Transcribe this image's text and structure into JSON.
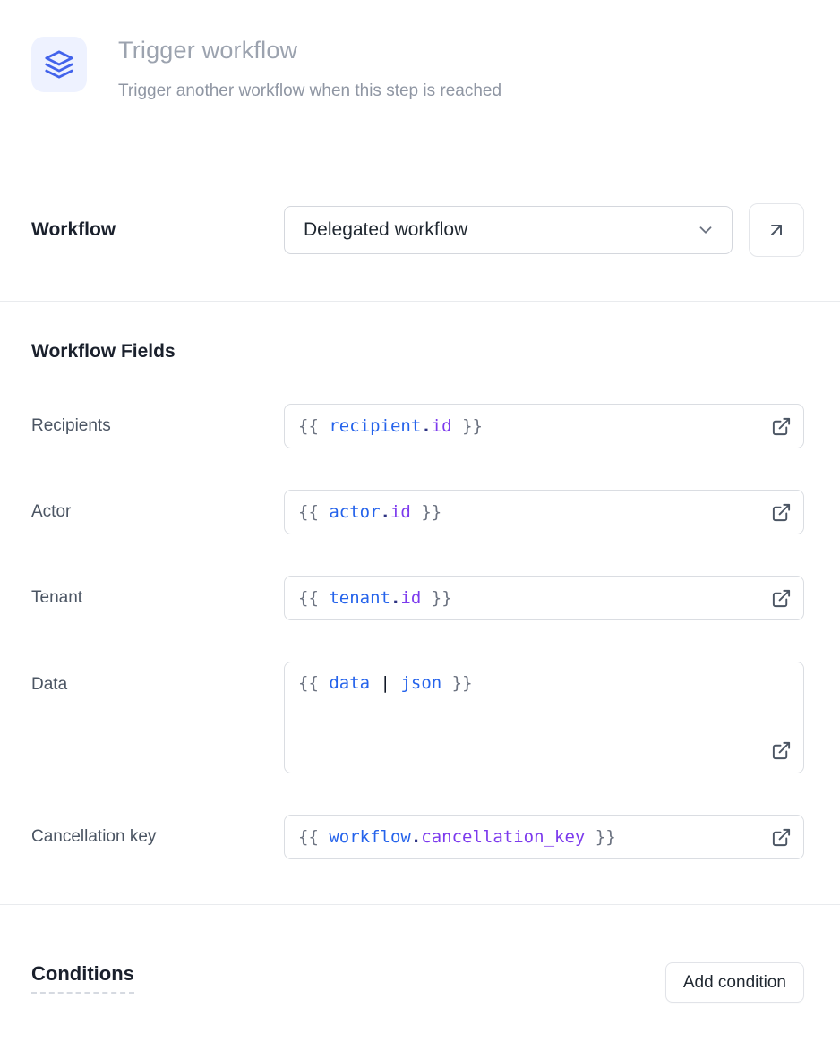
{
  "header": {
    "icon": "layers-icon",
    "title": "Trigger workflow",
    "subtitle": "Trigger another workflow when this step is reached"
  },
  "workflow_selector": {
    "label": "Workflow",
    "selected_value": "Delegated workflow",
    "dropdown_icon": "chevron-down-icon",
    "open_button_icon": "arrow-up-right-icon"
  },
  "workflow_fields": {
    "heading": "Workflow Fields",
    "fields": [
      {
        "name": "recipients",
        "label": "Recipients",
        "multiline": false,
        "value": "{{ recipient.id }}",
        "tokens": [
          {
            "t": "{{ ",
            "c": "brace"
          },
          {
            "t": "recipient",
            "c": "var"
          },
          {
            "t": ".",
            "c": "dot"
          },
          {
            "t": "id",
            "c": "prop"
          },
          {
            "t": " }}",
            "c": "brace"
          }
        ]
      },
      {
        "name": "actor",
        "label": "Actor",
        "multiline": false,
        "value": "{{ actor.id }}",
        "tokens": [
          {
            "t": "{{ ",
            "c": "brace"
          },
          {
            "t": "actor",
            "c": "var"
          },
          {
            "t": ".",
            "c": "dot"
          },
          {
            "t": "id",
            "c": "prop"
          },
          {
            "t": " }}",
            "c": "brace"
          }
        ]
      },
      {
        "name": "tenant",
        "label": "Tenant",
        "multiline": false,
        "value": "{{ tenant.id }}",
        "tokens": [
          {
            "t": "{{ ",
            "c": "brace"
          },
          {
            "t": "tenant",
            "c": "var"
          },
          {
            "t": ".",
            "c": "dot"
          },
          {
            "t": "id",
            "c": "prop"
          },
          {
            "t": " }}",
            "c": "brace"
          }
        ]
      },
      {
        "name": "data",
        "label": "Data",
        "multiline": true,
        "value": "{{ data | json }}",
        "tokens": [
          {
            "t": "{{ ",
            "c": "brace"
          },
          {
            "t": "data",
            "c": "var"
          },
          {
            "t": " ",
            "c": "plain"
          },
          {
            "t": "|",
            "c": "pipe"
          },
          {
            "t": " ",
            "c": "plain"
          },
          {
            "t": "json",
            "c": "var"
          },
          {
            "t": " }}",
            "c": "brace"
          }
        ]
      },
      {
        "name": "cancellation-key",
        "label": "Cancellation key",
        "multiline": false,
        "value": "{{ workflow.cancellation_key }}",
        "tokens": [
          {
            "t": "{{ ",
            "c": "brace"
          },
          {
            "t": "workflow",
            "c": "var"
          },
          {
            "t": ".",
            "c": "dot"
          },
          {
            "t": "cancellation_key",
            "c": "prop"
          },
          {
            "t": " }}",
            "c": "brace"
          }
        ]
      }
    ],
    "field_action_icon": "external-link-icon"
  },
  "conditions": {
    "heading": "Conditions",
    "add_button_label": "Add condition"
  },
  "colors": {
    "icon_box_bg": "#eef2ff",
    "icon_stroke": "#4263eb",
    "title_gray": "#9ca3af",
    "divider": "#e9ebee",
    "token_blue": "#2563eb",
    "token_purple": "#7c3aed",
    "token_brace_gray": "#6b7280",
    "token_dot_navy": "#2d3382"
  }
}
